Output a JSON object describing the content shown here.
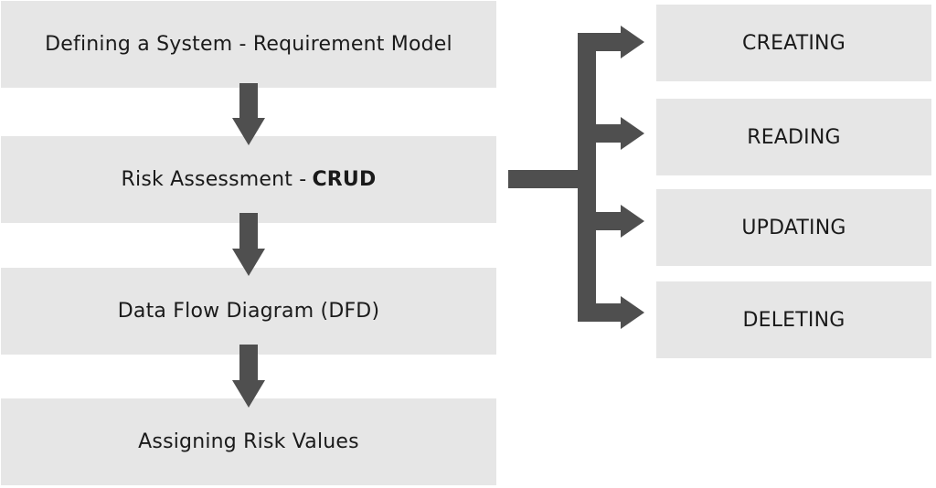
{
  "flow": {
    "steps": [
      {
        "label": "Defining a System - Requirement Model"
      },
      {
        "label": "Risk Assessment -",
        "strong": "CRUD"
      },
      {
        "label": "Data Flow Diagram (DFD)"
      },
      {
        "label": "Assigning Risk Values"
      }
    ],
    "crud_operations": [
      {
        "label": "CREATING"
      },
      {
        "label": "READING"
      },
      {
        "label": "UPDATING"
      },
      {
        "label": "DELETING"
      }
    ]
  },
  "colors": {
    "box_fill": "#e6e6e6",
    "arrow": "#4f4f4f",
    "text": "#1a1a1a"
  }
}
